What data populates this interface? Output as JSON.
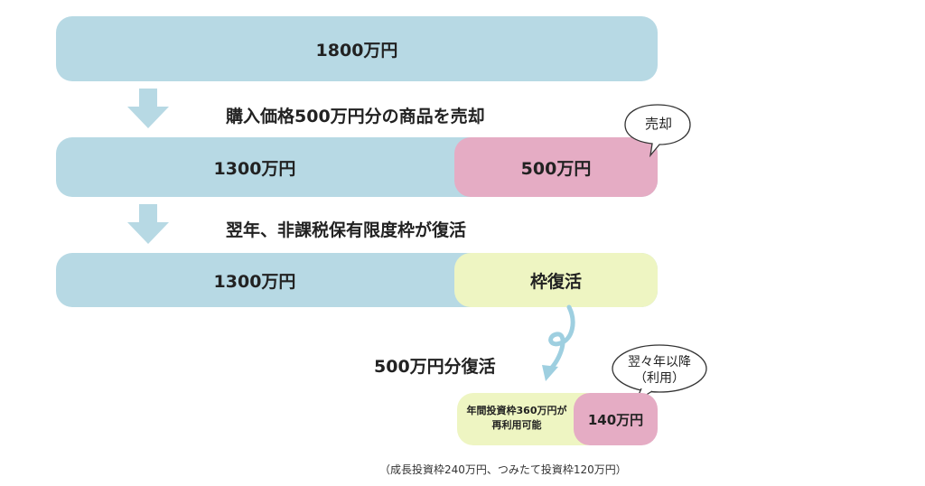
{
  "rows": {
    "row1": {
      "label": "1800万円"
    },
    "step1": "購入価格500万円分の商品を売却",
    "row2": {
      "left": "1300万円",
      "right": "500万円"
    },
    "bubble_sell": "売却",
    "step2": "翌年、非課税保有限度枠が復活",
    "row3": {
      "left": "1300万円",
      "right": "枠復活"
    },
    "restore": "500万円分復活",
    "row4": {
      "left_line1": "年間投資枠360万円が",
      "left_line2": "再利用可能",
      "right": "140万円"
    },
    "bubble_later_line1": "翌々年以降",
    "bubble_later_line2": "（利用）",
    "footnote": "（成長投資枠240万円、つみたて投資枠120万円）"
  },
  "colors": {
    "blue": "#b7d9e4",
    "pink": "#e5acc4",
    "yellow": "#eef5c2",
    "arrow": "#9ecfe0"
  }
}
